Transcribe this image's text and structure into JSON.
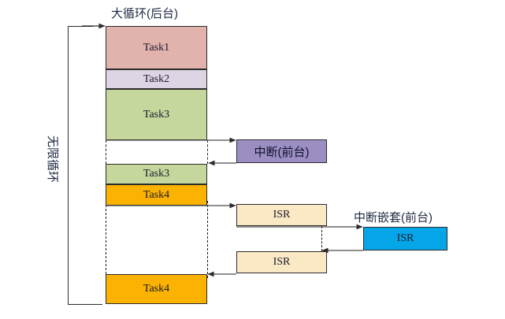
{
  "diagram": {
    "title_main": "大循环(后台)",
    "label_loop": "无限循环",
    "label_interrupt": "中断(前台)",
    "label_nested": "中断嵌套(前台)",
    "colors": {
      "task1": "#e2b2ac",
      "task2": "#ddd5e4",
      "task3": "#c5d79c",
      "task4": "#fbb200",
      "interrupt": "#9c8ec3",
      "isr_cream": "#fbe8c4",
      "isr_blue": "#05a6e8",
      "stroke": "#2b2b2b",
      "arrow": "#4a4a4a",
      "text": "#1f2a44"
    },
    "background_column": {
      "name": "大循环(后台)",
      "blocks": [
        {
          "label": "Task1",
          "color_key": "task1"
        },
        {
          "label": "Task2",
          "color_key": "task2"
        },
        {
          "label": "Task3",
          "color_key": "task3"
        },
        {
          "label": "Task3",
          "color_key": "task3"
        },
        {
          "label": "Task4",
          "color_key": "task4"
        },
        {
          "label": "Task4",
          "color_key": "task4"
        }
      ]
    },
    "foreground": {
      "interrupt_box": {
        "label": "中断(前台)",
        "color_key": "interrupt"
      },
      "isr_boxes": [
        {
          "label": "ISR",
          "color_key": "isr_cream"
        },
        {
          "label": "ISR",
          "color_key": "isr_cream"
        }
      ],
      "nested_isr_box": {
        "label": "ISR",
        "color_key": "isr_blue"
      }
    }
  }
}
